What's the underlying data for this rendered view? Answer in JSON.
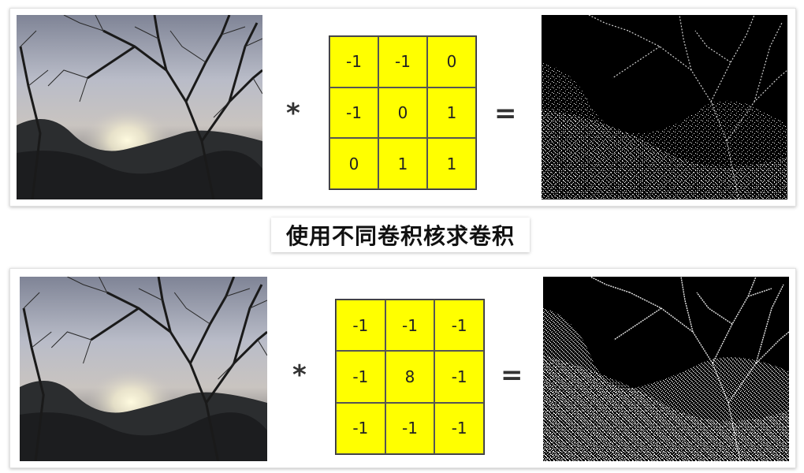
{
  "caption": "使用不同卷积核求卷积",
  "rows": [
    {
      "operator": "*",
      "equals": "=",
      "kernel": [
        [
          "-1",
          "-1",
          "0"
        ],
        [
          "-1",
          "0",
          "1"
        ],
        [
          "0",
          "1",
          "1"
        ]
      ]
    },
    {
      "operator": "*",
      "equals": "=",
      "kernel": [
        [
          "-1",
          "-1",
          "-1"
        ],
        [
          "-1",
          "8",
          "-1"
        ],
        [
          "-1",
          "-1",
          "-1"
        ]
      ]
    }
  ],
  "colors": {
    "kernel_fill": "#ffff00",
    "output_bg": "#000000",
    "photo_sky": "#b9bcc8"
  }
}
